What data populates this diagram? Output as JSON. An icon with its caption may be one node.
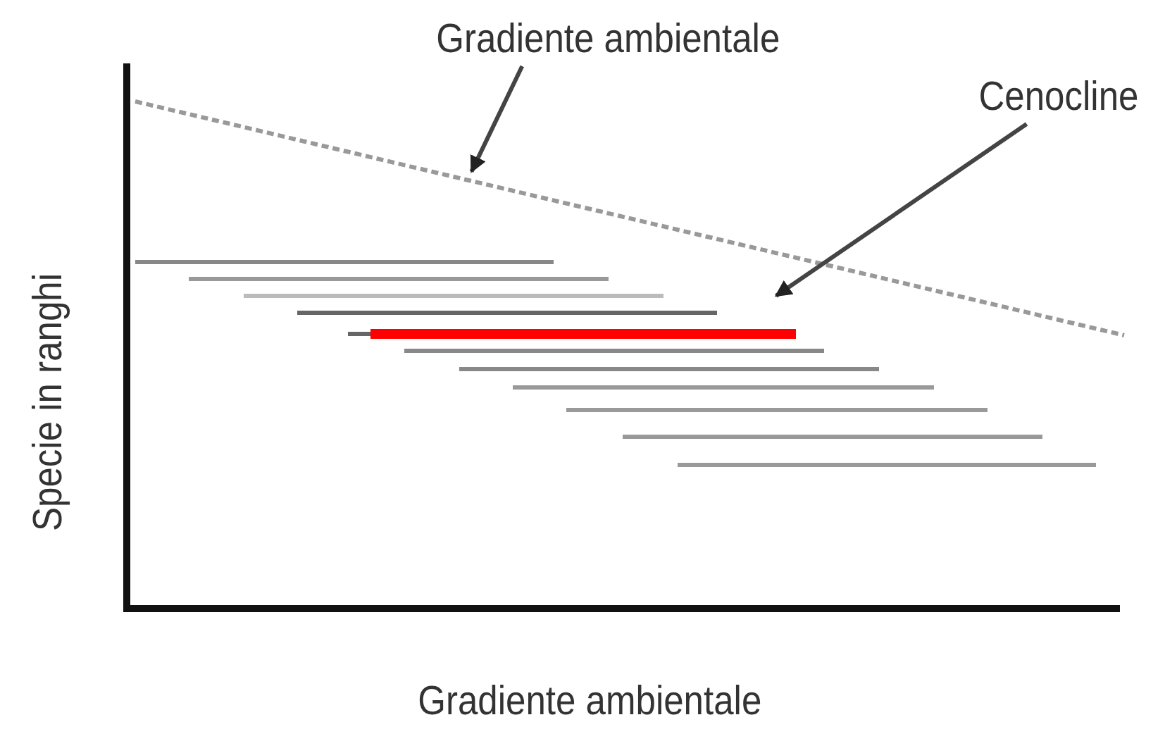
{
  "diagram": {
    "nodes": [
      {
        "text": [
          "Gradiente ambientale"
        ]
      },
      {
        "text": [],
        "shape": "line"
      },
      {
        "text": [
          "Cenocline"
        ]
      },
      {
        "text": [],
        "shape": "bar"
      }
    ],
    "edges": [
      {
        "from": 0,
        "to": 1,
        "arrow": "to"
      },
      {
        "from": 2,
        "to": 3,
        "arrow": "to"
      }
    ],
    "labels": [
      "Specie in ranghi",
      "Gradiente ambientale"
    ]
  }
}
